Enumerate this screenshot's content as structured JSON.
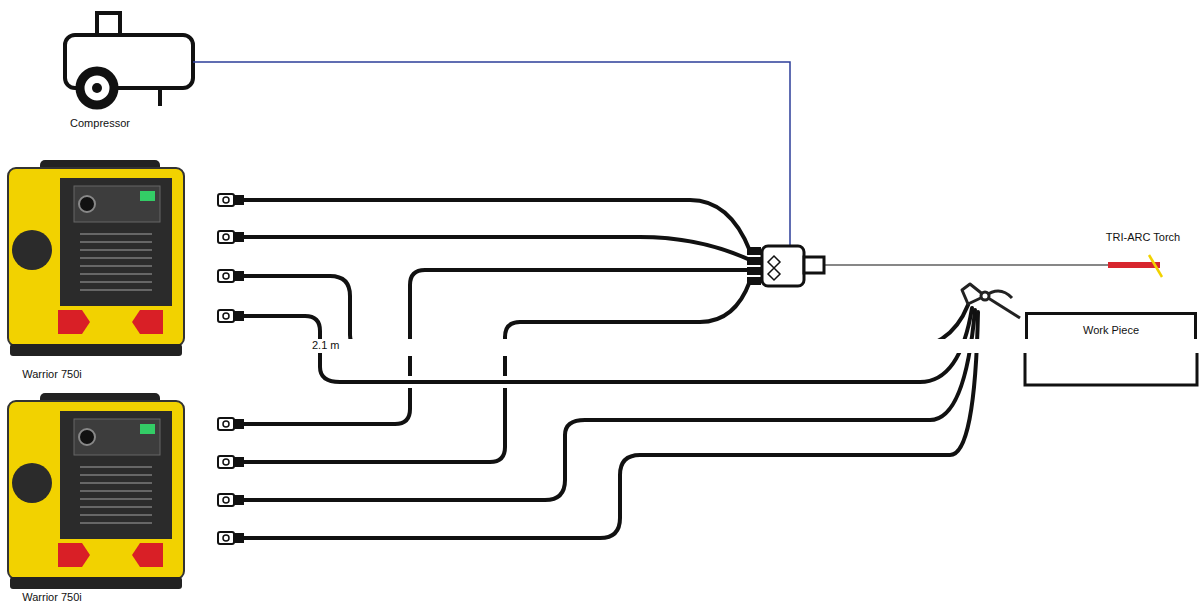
{
  "diagram": {
    "nodes": [
      {
        "text": [
          "Compressor"
        ]
      },
      {
        "text": [
          "Warrior 750i"
        ]
      },
      {
        "text": [
          "TRI-ARC Torch"
        ]
      },
      {
        "text": [
          "Work Piece"
        ]
      },
      {
        "text": [
          "Warrior 750i"
        ]
      }
    ],
    "labels": [
      "+",
      "+",
      "-",
      "-",
      "+",
      "-",
      "2.1 m",
      "+",
      "+",
      "-",
      "-",
      "+",
      "-"
    ]
  }
}
